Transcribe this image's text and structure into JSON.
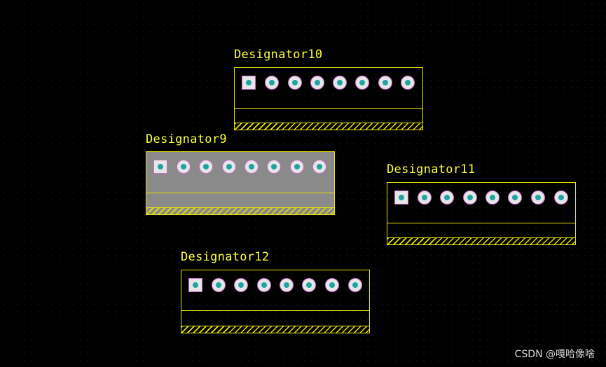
{
  "pcb_view": {
    "colors": {
      "background": "#000000",
      "silkscreen": "#e8e400",
      "designator_text": "#ffff3a",
      "pad_fill": "#e6e6e6",
      "pad_outline": "#c76ac7",
      "drill_hole": "#1ea3a3",
      "selection_fill": "#8a8a8a"
    },
    "components": [
      {
        "designator": "Designator10",
        "selected": false,
        "pin_count": 8,
        "pin1_shape": "square",
        "other_pin_shape": "round"
      },
      {
        "designator": "Designator9",
        "selected": true,
        "pin_count": 8,
        "pin1_shape": "square",
        "other_pin_shape": "round"
      },
      {
        "designator": "Designator11",
        "selected": false,
        "pin_count": 8,
        "pin1_shape": "square",
        "other_pin_shape": "round"
      },
      {
        "designator": "Designator12",
        "selected": false,
        "pin_count": 8,
        "pin1_shape": "square",
        "other_pin_shape": "round"
      }
    ]
  },
  "watermark": "CSDN @嘎哈像啥"
}
